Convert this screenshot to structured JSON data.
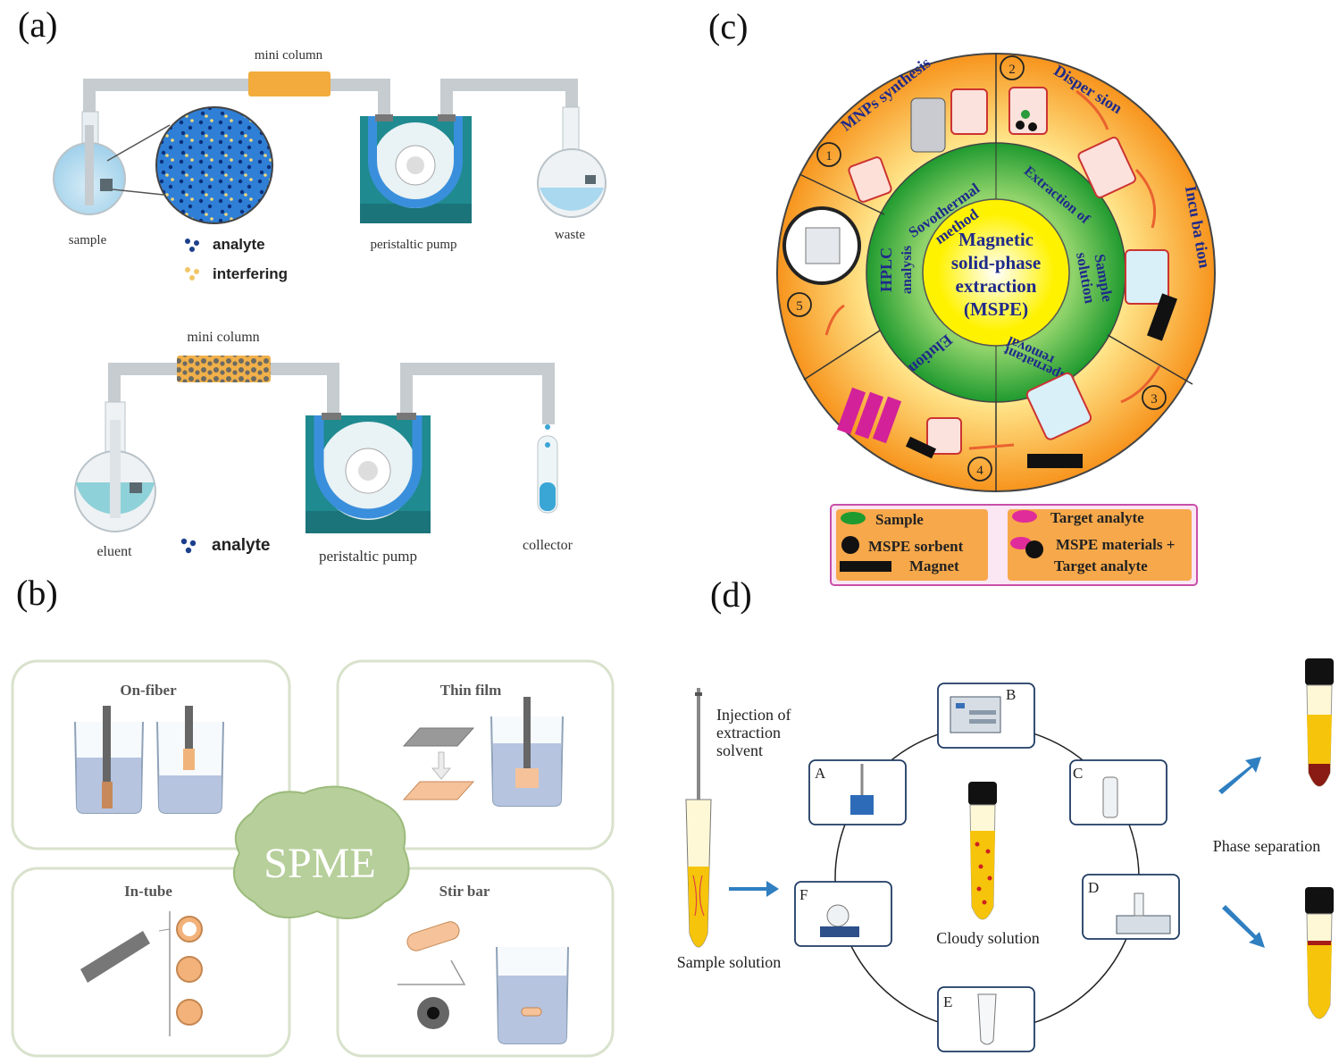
{
  "panels": {
    "a": {
      "letter": "(a)",
      "top": {
        "column_label": "mini column",
        "flask_label": "sample",
        "pump_label": "peristaltic pump",
        "waste_label": "waste",
        "legend": [
          "analyte",
          "interfering"
        ]
      },
      "bottom": {
        "column_label": "mini column",
        "flask_label": "eluent",
        "pump_label": "peristaltic pump",
        "collector_label": "collector",
        "legend": [
          "analyte"
        ]
      }
    },
    "b": {
      "letter": "(b)",
      "center": "SPME",
      "quadrants": [
        "On-fiber",
        "Thin film",
        "In-tube",
        "Stir bar"
      ]
    },
    "c": {
      "letter": "(c)",
      "center": [
        "Magnetic",
        "solid-phase",
        "extraction",
        "(MSPE)"
      ],
      "steps": [
        {
          "num": "1",
          "label": "MNPs synthesis"
        },
        {
          "num": "2",
          "label": "Disper sion"
        },
        {
          "num": "",
          "label": "Incu ba tion"
        },
        {
          "num": "3",
          "label": ""
        },
        {
          "num": "4",
          "label": ""
        },
        {
          "num": "5",
          "label": ""
        }
      ],
      "inner": [
        "Sovothermal",
        "method",
        "Extraction of",
        "Sample",
        "solution",
        "Supernatant",
        "removal",
        "Elution",
        "HPLC",
        "analysis"
      ],
      "legend": {
        "left": [
          "Sample",
          "MSPE sorbent",
          "Magnet"
        ],
        "right": [
          "Target analyte",
          "MSPE materials +",
          "Target analyte"
        ]
      },
      "colors": {
        "outer": "#f7941d",
        "ring": "#27a12f",
        "core": "#fff200",
        "text": "#1f2a8a",
        "legend_bg": "#f7a84a",
        "legend_border": "#c94fa8"
      }
    },
    "d": {
      "letter": "(d)",
      "syringe_label": [
        "Injection of",
        "extraction",
        "solvent"
      ],
      "sample_label": "Sample solution",
      "cloudy_label": "Cloudy solution",
      "phase_label": "Phase separation",
      "nodes": [
        "A",
        "B",
        "C",
        "D",
        "E",
        "F"
      ]
    }
  }
}
